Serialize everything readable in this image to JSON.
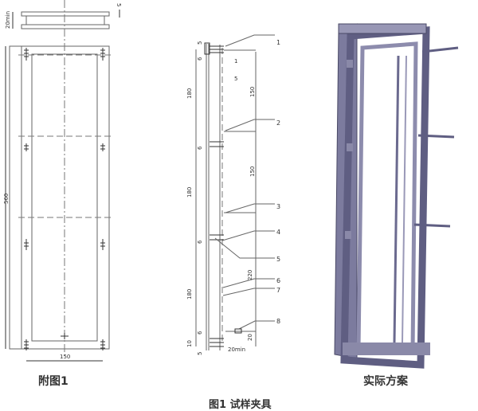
{
  "left_drawing": {
    "caption": "附图1",
    "dims": {
      "height": "560",
      "width": "150",
      "min": "20min",
      "top": "5"
    }
  },
  "middle_drawing": {
    "callouts": [
      "1",
      "2",
      "3",
      "4",
      "5",
      "6",
      "7",
      "8"
    ],
    "dims": {
      "seg1": "180",
      "seg2": "180",
      "seg3": "180",
      "span1": "150",
      "span2": "150",
      "d220": "220",
      "d20": "20",
      "min": "20min",
      "d1": "1",
      "d5": "5",
      "d6a": "6",
      "d6b": "6",
      "d6c": "6",
      "d6d": "6",
      "d10": "10",
      "d5b": "5",
      "d5c": "5"
    }
  },
  "right_render": {
    "caption": "实际方案",
    "frame_color": "#6b6a8f"
  },
  "figure_caption": "图1 试样夹具"
}
